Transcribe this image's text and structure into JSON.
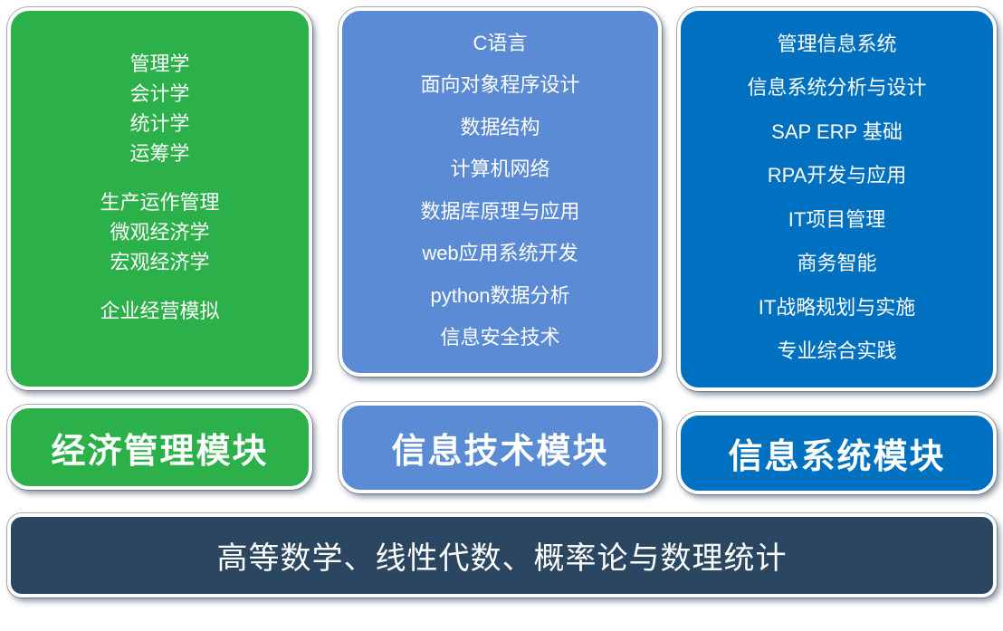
{
  "modules": [
    {
      "label": "经济管理模块",
      "color": "#2cb04a",
      "courses": [
        "管理学",
        "会计学",
        "统计学",
        "运筹学",
        "生产运作管理",
        "微观经济学",
        "宏观经济学",
        "企业经营模拟"
      ]
    },
    {
      "label": "信息技术模块",
      "color": "#5b8bd4",
      "courses": [
        "C语言",
        "面向对象程序设计",
        "数据结构",
        "计算机网络",
        "数据库原理与应用",
        "web应用系统开发",
        "python数据分析",
        "信息安全技术"
      ]
    },
    {
      "label": "信息系统模块",
      "color": "#0070c0",
      "courses": [
        "管理信息系统",
        "信息系统分析与设计",
        "SAP ERP 基础",
        "RPA开发与应用",
        "IT项目管理",
        "商务智能",
        "IT战略规划与实施",
        "专业综合实践"
      ]
    }
  ],
  "foundation": {
    "label": "高等数学、线性代数、概率论与数理统计",
    "color": "#2b4660"
  }
}
